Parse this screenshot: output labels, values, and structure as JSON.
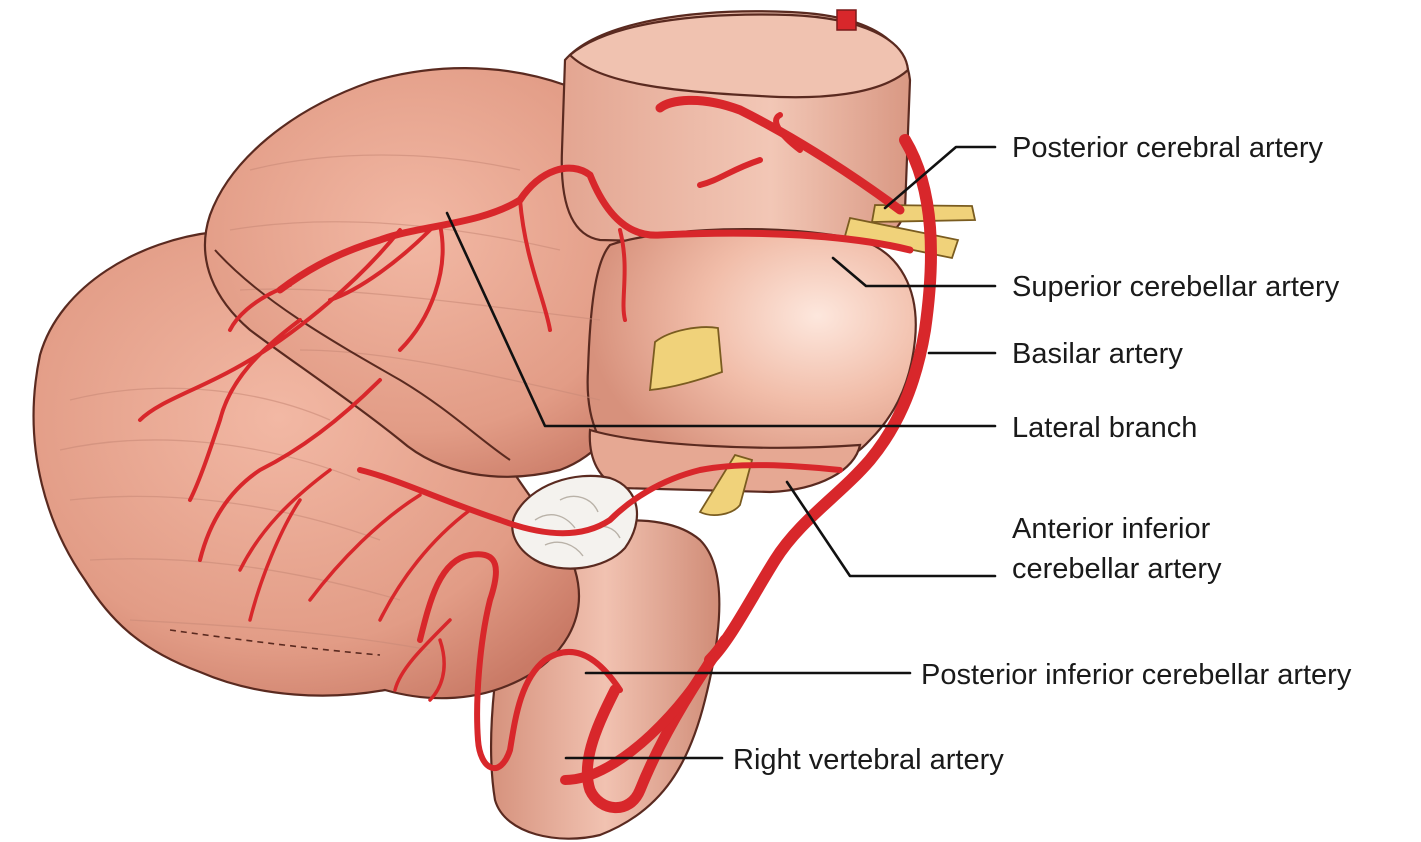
{
  "labels": {
    "posterior_cerebral": "Posterior cerebral artery",
    "superior_cerebellar": "Superior cerebellar artery",
    "basilar": "Basilar artery",
    "lateral_branch": "Lateral branch",
    "aica_line1": "Anterior inferior",
    "aica_line2": "cerebellar artery",
    "pica": "Posterior inferior cerebellar artery",
    "right_vertebral": "Right vertebral artery"
  },
  "colors": {
    "artery": "#d8272b",
    "tissue": "#e9a48f",
    "tissue_light": "#f3c5b4",
    "tissue_shadow": "#c67b67",
    "nerve": "#f0d27a",
    "flocculus": "#f4f2ee",
    "leader_line": "#111111"
  }
}
